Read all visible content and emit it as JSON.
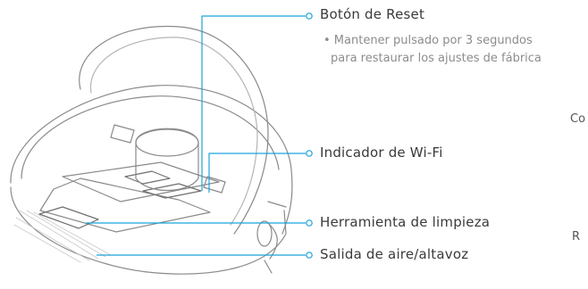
{
  "callouts": {
    "reset": {
      "title": "Botón de Reset",
      "note_line1": "• Mantener pulsado por 3 segundos",
      "note_line2": "para restaurar los ajustes de fábrica"
    },
    "wifi": {
      "title": "Indicador de Wi-Fi"
    },
    "tool": {
      "title": "Herramienta de limpieza"
    },
    "outlet": {
      "title": "Salida de aire/altavoz"
    }
  },
  "edge_labels": {
    "top": "Co",
    "bottom": "R"
  },
  "colors": {
    "callout_line": "#1aa3dc",
    "device_line": "#8a8a8a",
    "label_text": "#3a3a3a",
    "note_text": "#8c8c8c"
  }
}
